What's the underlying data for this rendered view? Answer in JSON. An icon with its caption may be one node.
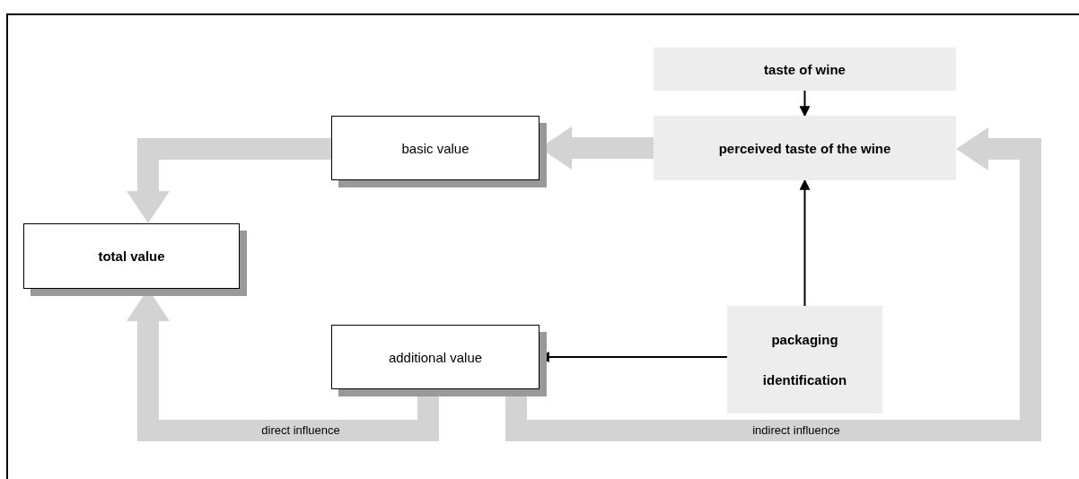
{
  "diagram": {
    "nodes": [
      {
        "text": [
          "taste of wine"
        ]
      },
      {
        "text": [
          "basic value"
        ]
      },
      {
        "text": [
          "perceived taste of the wine"
        ]
      },
      {
        "text": [
          "total value"
        ]
      },
      {
        "text": [
          "additional value"
        ]
      },
      {
        "text": [
          "packaging",
          "identification"
        ]
      }
    ],
    "edges": [
      {
        "from": 0,
        "to": 2,
        "arrow": "to",
        "color": "#000000"
      },
      {
        "from": 2,
        "to": 1,
        "arrow": "to"
      },
      {
        "from": 1,
        "to": 3,
        "arrow": "to"
      },
      {
        "from": 4,
        "to": 3,
        "arrow": "to",
        "label": "direct influence"
      },
      {
        "from": 4,
        "to": 2,
        "arrow": "to",
        "label": "indirect influence"
      },
      {
        "from": 5,
        "to": 2,
        "arrow": "to",
        "color": "#000000"
      },
      {
        "from": 5,
        "to": 4,
        "arrow": "to",
        "color": "#000000"
      }
    ]
  }
}
